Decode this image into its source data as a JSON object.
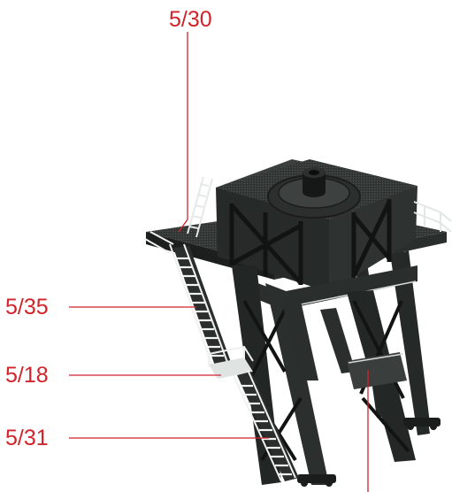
{
  "callouts": {
    "top": "5/30",
    "upper_left": "5/35",
    "middle_left": "5/18",
    "lower_left": "5/31"
  },
  "colors": {
    "callout": "#d2232a",
    "structure": "#2f3332",
    "structure_dark": "#1b1e1d",
    "structure_light": "#4a504e",
    "stair_rail": "#e8ebe9"
  }
}
